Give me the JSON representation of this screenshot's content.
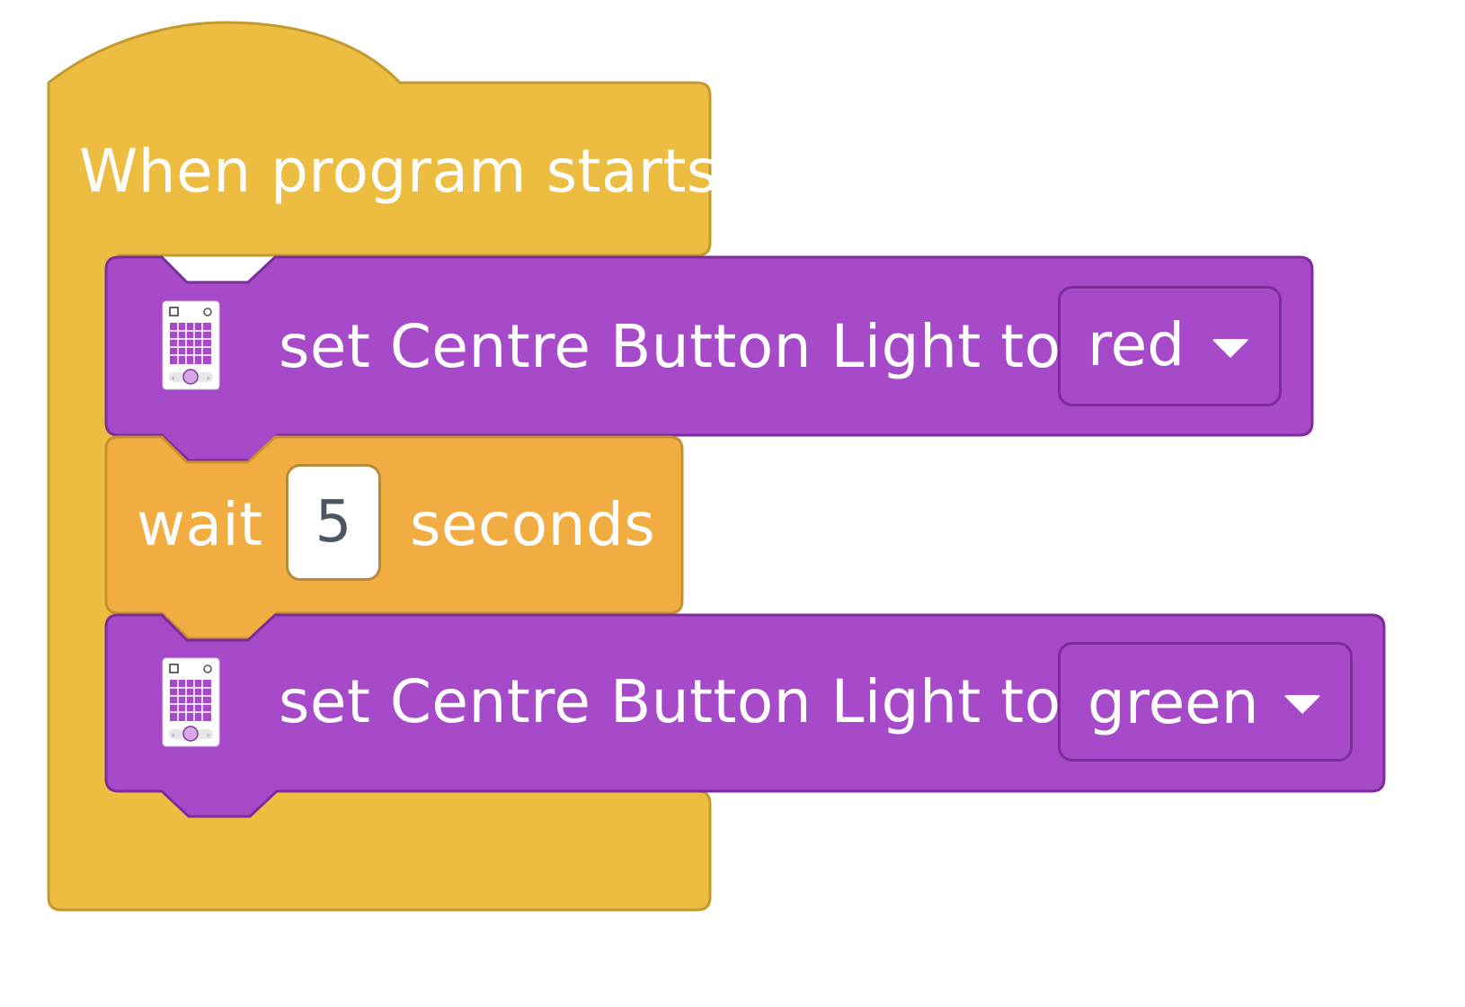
{
  "colors": {
    "event_block": "#ecbd41",
    "event_border": "#c29a2e",
    "light_block": "#a64ac9",
    "light_border": "#7d2c9b",
    "control_block": "#f2ad42",
    "control_border": "#c8902f",
    "input_text": "#4c5663"
  },
  "event_block": {
    "label": "When program starts",
    "icon": "hat-block"
  },
  "blocks": [
    {
      "type": "set-light",
      "icon": "device-icon",
      "label": "set Centre Button Light to",
      "value": "red"
    },
    {
      "type": "wait",
      "label_before": "wait",
      "value": "5",
      "label_after": "seconds"
    },
    {
      "type": "set-light",
      "icon": "device-icon",
      "label": "set Centre Button Light to",
      "value": "green"
    }
  ]
}
